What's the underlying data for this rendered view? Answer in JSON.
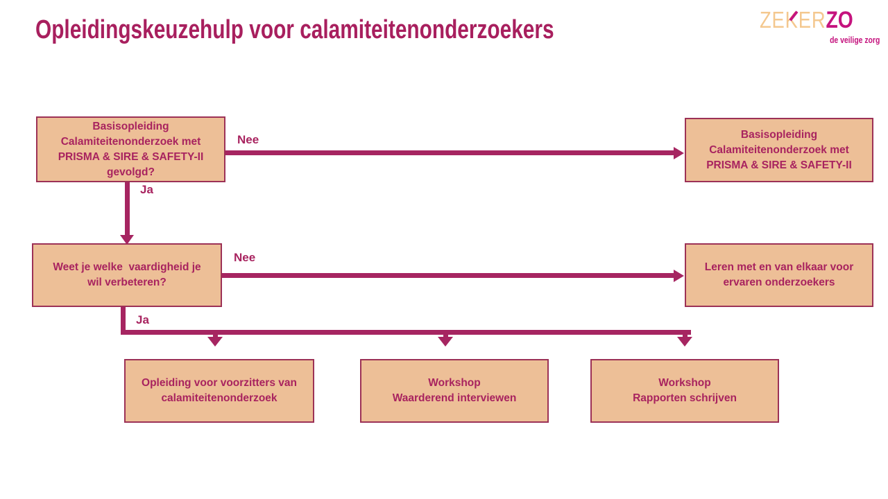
{
  "title": "Opleidingskeuzehulp voor calamiteitenonderzoekers",
  "logo": {
    "word_light": "ZEKER",
    "word_bold": "ZO",
    "tagline": "de veilige zorg"
  },
  "colors": {
    "title_text": "#A81F5E",
    "box_fill": "#EDBF97",
    "box_border": "#9C3156",
    "box_text": "#A8235F",
    "arrow": "#A62561",
    "logo_sand": "#F4C88F",
    "logo_magenta": "#C5137E",
    "background": "#FFFFFF"
  },
  "flowchart": {
    "nodes": {
      "q_basisopleiding": {
        "text": "Basisopleiding\nCalamiteitenonderzoek met\nPRISMA & SIRE & SAFETY-II\ngevolgd?"
      },
      "basisopleiding": {
        "text": "Basisopleiding\nCalamiteitenonderzoek met\nPRISMA & SIRE & SAFETY-II"
      },
      "q_vaardigheid": {
        "text": "Weet je welke  vaardigheid je\nwil verbeteren?"
      },
      "leren_van_elkaar": {
        "text": "Leren met en van elkaar voor\nervaren onderzoekers"
      },
      "opleiding_voorzitters": {
        "text": "Opleiding voor voorzitters van\ncalamiteitenonderzoek"
      },
      "workshop_interviewen": {
        "text": "Workshop\nWaarderend interviewen"
      },
      "workshop_rapporten": {
        "text": "Workshop\nRapporten schrijven"
      }
    },
    "labels": {
      "nee1": "Nee",
      "ja1": "Ja",
      "nee2": "Nee",
      "ja2": "Ja"
    }
  }
}
